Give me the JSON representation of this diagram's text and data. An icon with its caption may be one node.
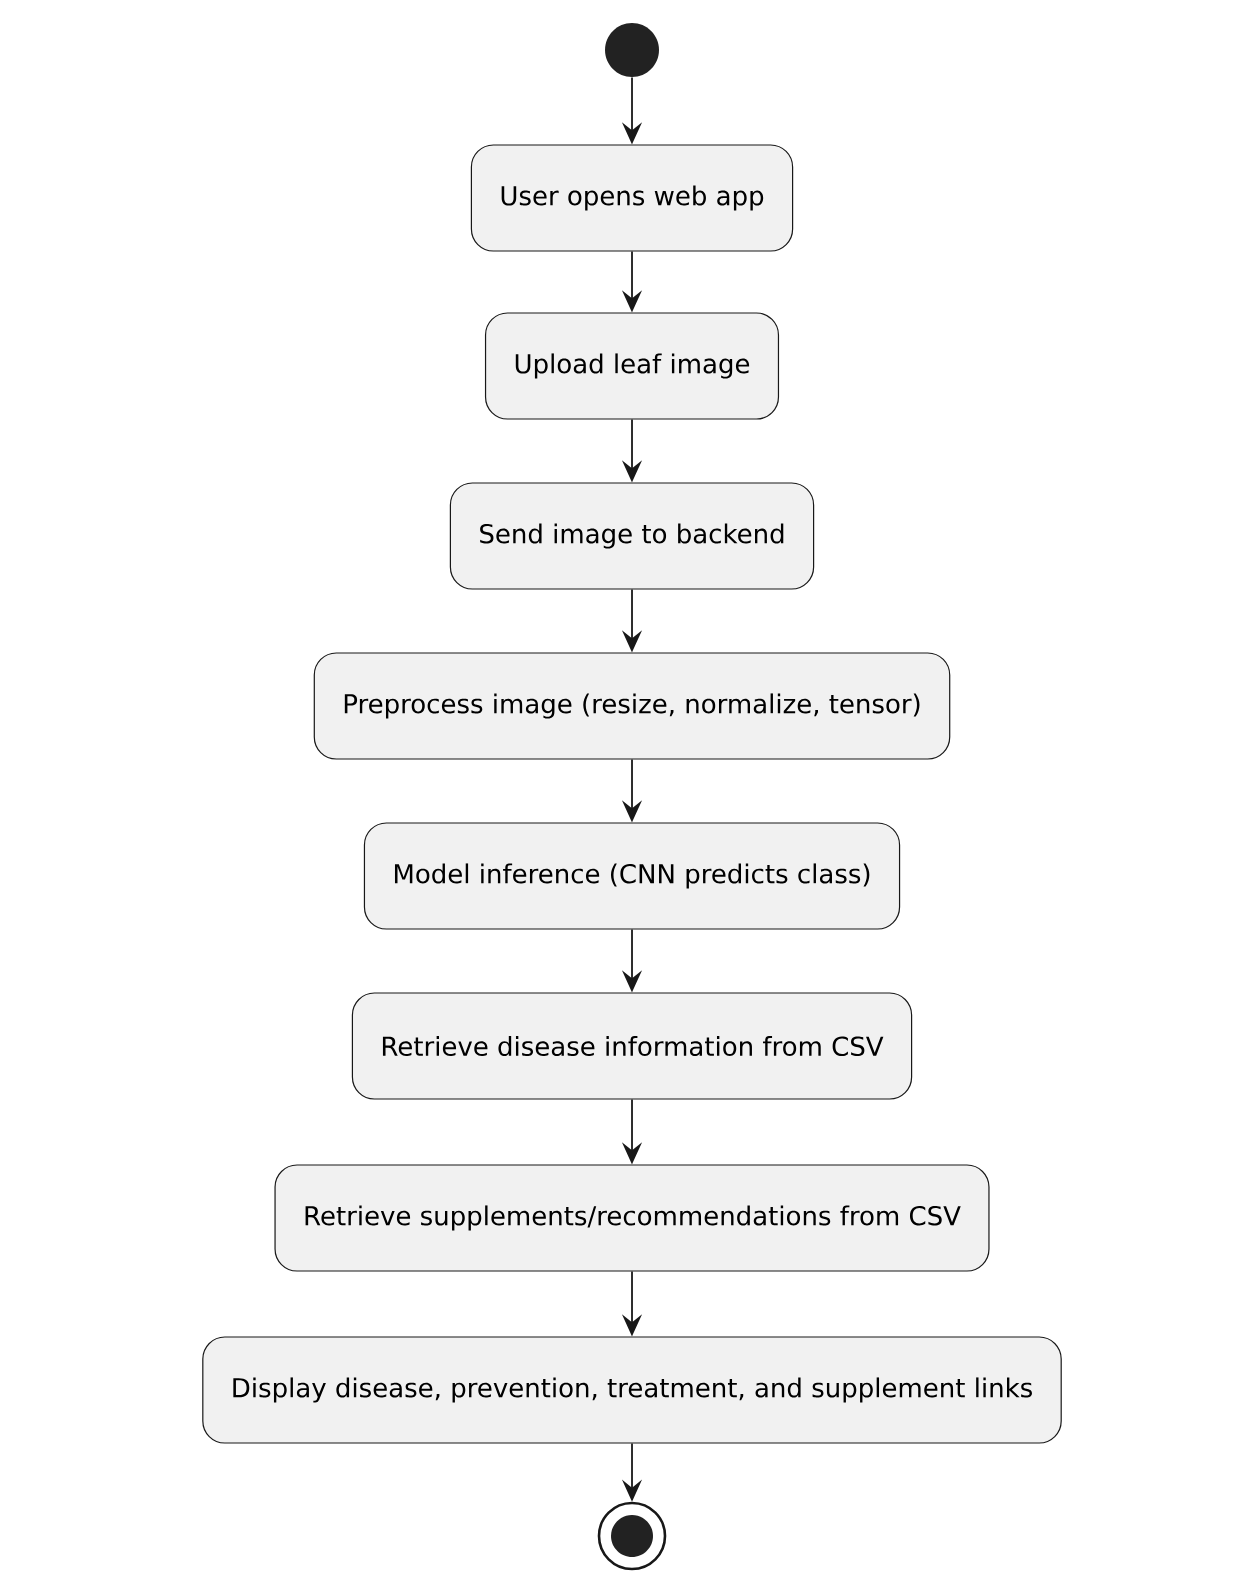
{
  "diagram": {
    "nodes": [
      {
        "text": [],
        "shape": "circle"
      },
      {
        "text": [
          "User opens web app"
        ]
      },
      {
        "text": [
          "Upload leaf image"
        ]
      },
      {
        "text": [
          "Send image to backend"
        ]
      },
      {
        "text": [
          "Preprocess image (resize, normalize, tensor)"
        ]
      },
      {
        "text": [
          "Model inference (CNN predicts class)"
        ]
      },
      {
        "text": [
          "Retrieve disease information from CSV"
        ]
      },
      {
        "text": [
          "Retrieve supplements/recommendations from CSV"
        ]
      },
      {
        "text": [
          "Display disease, prevention, treatment, and supplement links"
        ]
      },
      {
        "text": [],
        "shape": "bullseye"
      }
    ],
    "edges": [
      {
        "from": 0,
        "to": 1,
        "arrow": "to"
      },
      {
        "from": 1,
        "to": 2,
        "arrow": "to"
      },
      {
        "from": 2,
        "to": 3,
        "arrow": "to"
      },
      {
        "from": 3,
        "to": 4,
        "arrow": "to"
      },
      {
        "from": 4,
        "to": 5,
        "arrow": "to"
      },
      {
        "from": 5,
        "to": 6,
        "arrow": "to"
      },
      {
        "from": 6,
        "to": 7,
        "arrow": "to"
      },
      {
        "from": 7,
        "to": 8,
        "arrow": "to"
      },
      {
        "from": 8,
        "to": 9,
        "arrow": "to"
      }
    ]
  }
}
